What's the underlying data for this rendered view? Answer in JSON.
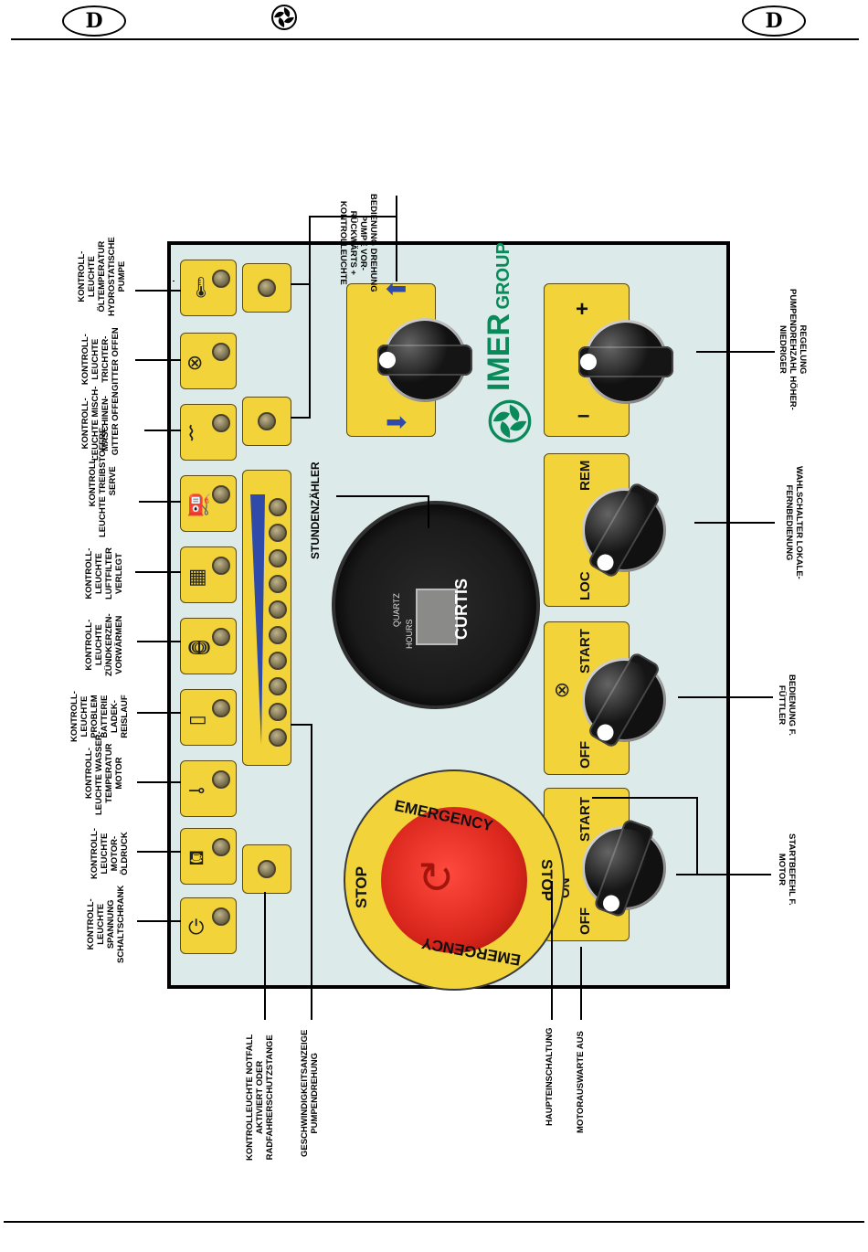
{
  "header": {
    "badge_left": "D",
    "badge_right": "D"
  },
  "panel": {
    "buttons": {
      "motor_switch": {
        "off": "OFF",
        "on": "ON",
        "start": "START"
      },
      "mixer_switch": {
        "off": "OFF",
        "start": "START"
      },
      "local_remote": {
        "loc": "LOC",
        "rem": "REM"
      },
      "speed": {
        "plus": "+",
        "minus": "–"
      }
    },
    "emergency": {
      "word": "EMERGENCY",
      "stop": "STOP"
    },
    "logo_word": "IMER",
    "logo_sub": "GROUP",
    "meter": {
      "quartz": "QUARTZ",
      "hours": "HOURS",
      "brand": "CURTIS"
    }
  },
  "labels": {
    "lamp_voltage": "KONTROLL-\nLEUCHTE\nSPANNUNG\nSCHALTSCHRANK",
    "lamp_oil_pressure": "KONTROLL-\nLEUCHTE\nMOTOR-\nÖLDRUCK",
    "lamp_water_temp": "KONTROLL-\nLEUCHTE WASSER-\nTEMPERATUR\nMOTOR",
    "lamp_battery": "KONTROLL-\nLEUCHTE\nPROBLEM\nBATTERIE\nLADEK-\nREISLAUF",
    "lamp_glow": "KONTROLL-\nLEUCHTE\nZÜNDKERZEN-\nVORWÄRMEN",
    "lamp_air_filter": "KONTROLL-\nLEUCHTE\nLUFTFILTER\nVERLEGT",
    "lamp_fuel": "KONTROLL-\nLEUCHTE TREIBSTOFFRE-\nSERVE",
    "lamp_mixer_grid": "KONTROLL-\nLEUCHTE MISCH-\nMASCHINEN-\nGITTER OFFEN",
    "lamp_hopper": "KONTROLL-\nLEUCHTE\nTRICHTER-\nGITTER OFFEN",
    "lamp_oil_temp": "KONTROLL-\nLEUCHTE\nÖLTEMPERATUR\nHYDROSTATISCHE\nPUMPE",
    "pump_direction": "BEDIENUNG DREHUNG\nPUMPE VOR-\nRÜCKWÄRTS +\nKONTROLLEUCHTE",
    "speed_control": "REGELUNG\nPUMPENDREHZAHL HÖHER-\nNIEDRIGER",
    "hour_meter": "STUNDENZÄHLER",
    "local_remote": "WAHLSCHALTER LOKALE-\nFERNBEDIENUNG",
    "feeder": "BEDIENUNG F.\nFÜTTLER",
    "motor_start": "STARTBEFEHL F.\nMOTOR",
    "emergency_lamp": "KONTROLLEUCHTE NOTFALL\nAKTIVIERT ODER\nRADFAHRERSCHUTZSTANGE",
    "speed_display": "GESCHWINDIGKEITSANZEIGE\nPUMPENDREHUNG",
    "main_switch": "HAUPTEINSCHALTUNG",
    "motor_off": "MOTORAUSWARTE AUS"
  }
}
